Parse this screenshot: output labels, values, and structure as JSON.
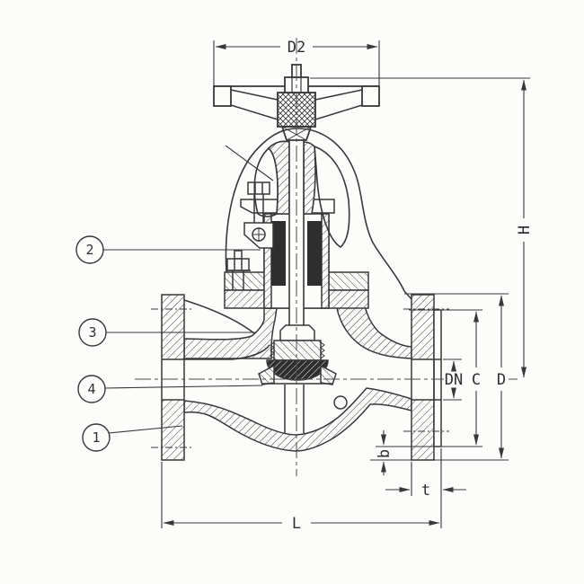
{
  "drawing": {
    "description": "Globe valve sectional dimension drawing",
    "dimensions": {
      "d2": "D2",
      "h": "H",
      "dn": "DN",
      "c": "C",
      "d": "D",
      "b": "b",
      "t": "t",
      "l": "L"
    },
    "callouts": [
      {
        "number": "1"
      },
      {
        "number": "2"
      },
      {
        "number": "3"
      },
      {
        "number": "4"
      }
    ],
    "colors": {
      "line": "#383838",
      "background": "#fcfcfb",
      "packing_fill": "#2e2e2e"
    }
  }
}
